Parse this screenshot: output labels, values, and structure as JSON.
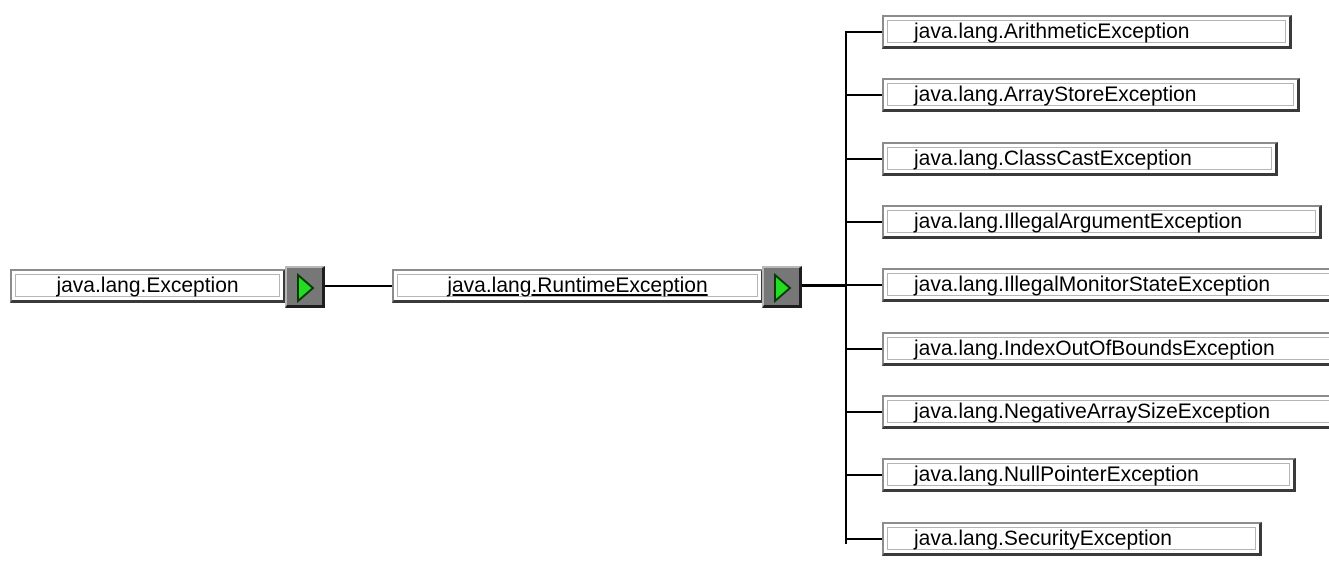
{
  "root": {
    "label": "java.lang.Exception",
    "expand_icon": "expand-arrow-icon"
  },
  "current": {
    "label": "java.lang.RuntimeException",
    "expand_icon": "expand-arrow-icon"
  },
  "children": [
    {
      "label": "java.lang.ArithmeticException"
    },
    {
      "label": "java.lang.ArrayStoreException"
    },
    {
      "label": "java.lang.ClassCastException"
    },
    {
      "label": "java.lang.IllegalArgumentException"
    },
    {
      "label": "java.lang.IllegalMonitorStateException"
    },
    {
      "label": "java.lang.IndexOutOfBoundsException"
    },
    {
      "label": "java.lang.NegativeArraySizeException"
    },
    {
      "label": "java.lang.NullPointerException"
    },
    {
      "label": "java.lang.SecurityException"
    }
  ],
  "colors": {
    "arrow_fill": "#22dd22",
    "button_bg": "#777777",
    "line": "#000000"
  }
}
